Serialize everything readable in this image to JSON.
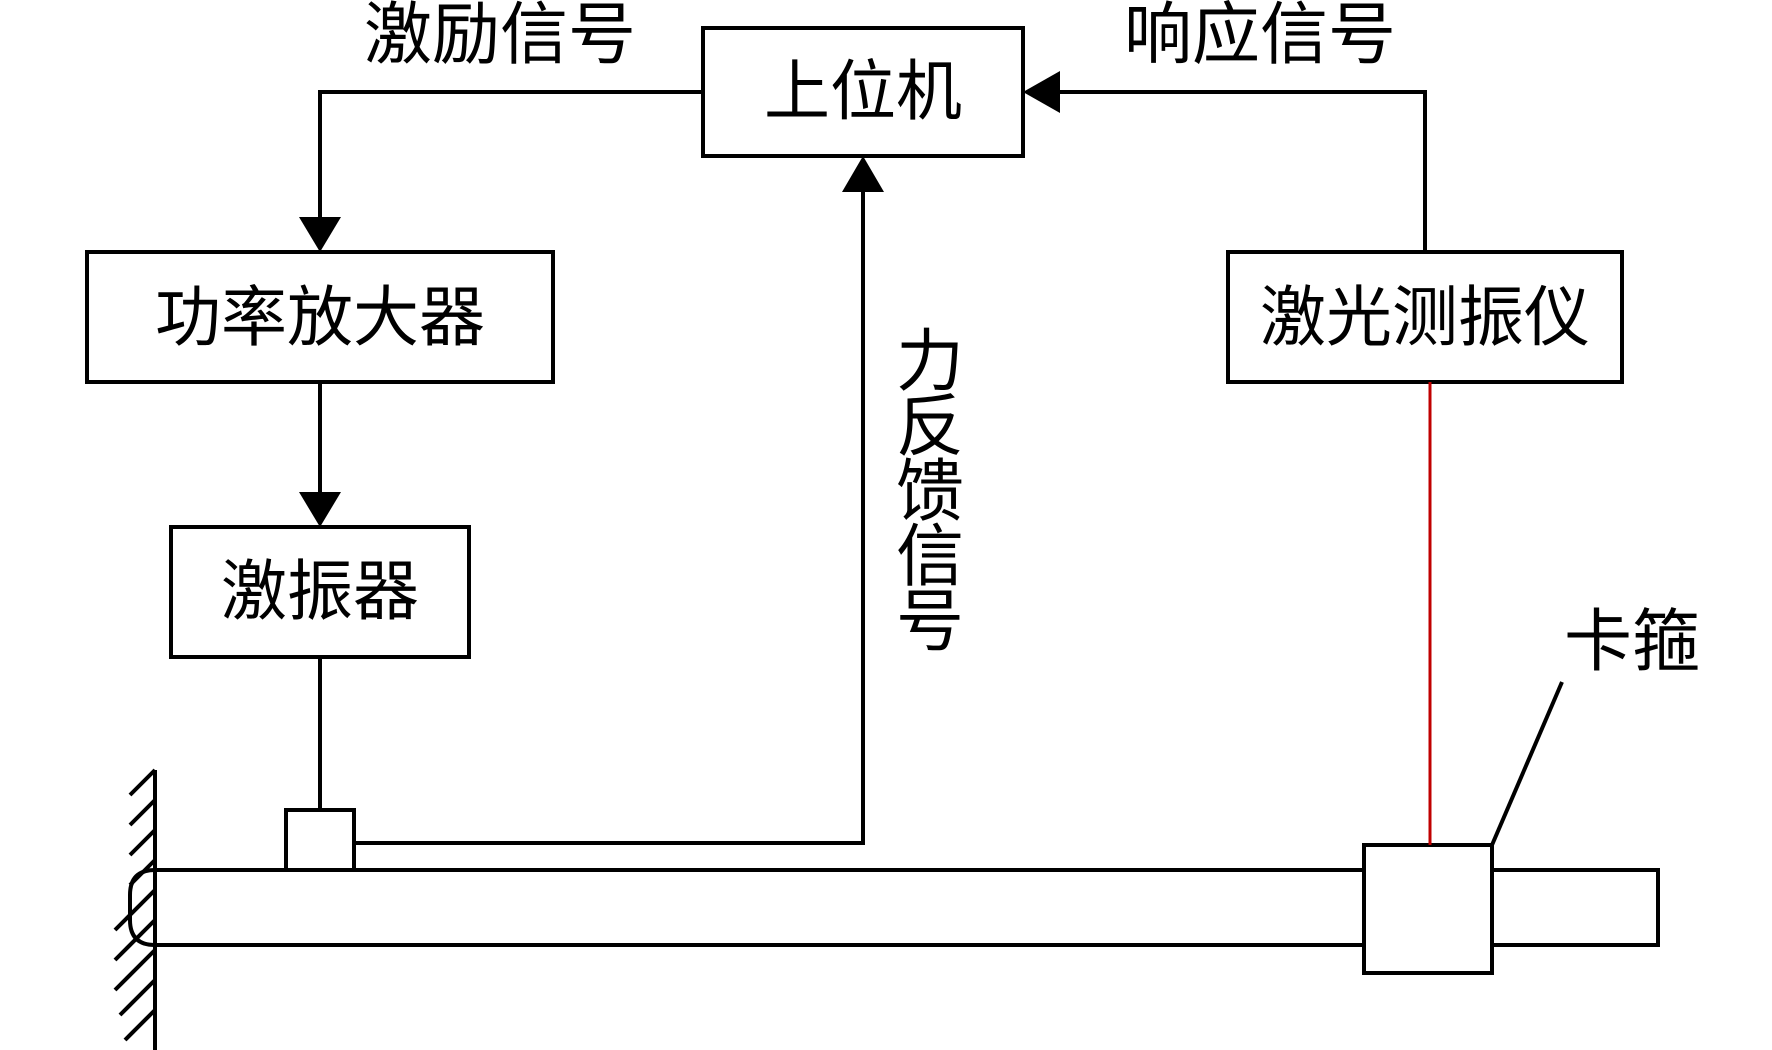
{
  "blocks": {
    "host_computer": "上位机",
    "power_amplifier": "功率放大器",
    "shaker": "激振器",
    "laser_vibrometer": "激光测振仪"
  },
  "signals": {
    "excitation": "激励信号",
    "response": "响应信号",
    "force_feedback": [
      "力",
      "反",
      "馈",
      "信",
      "号"
    ]
  },
  "labels": {
    "clamp": "卡箍"
  },
  "colors": {
    "laser_beam": "#c00000",
    "lines": "#000000"
  }
}
